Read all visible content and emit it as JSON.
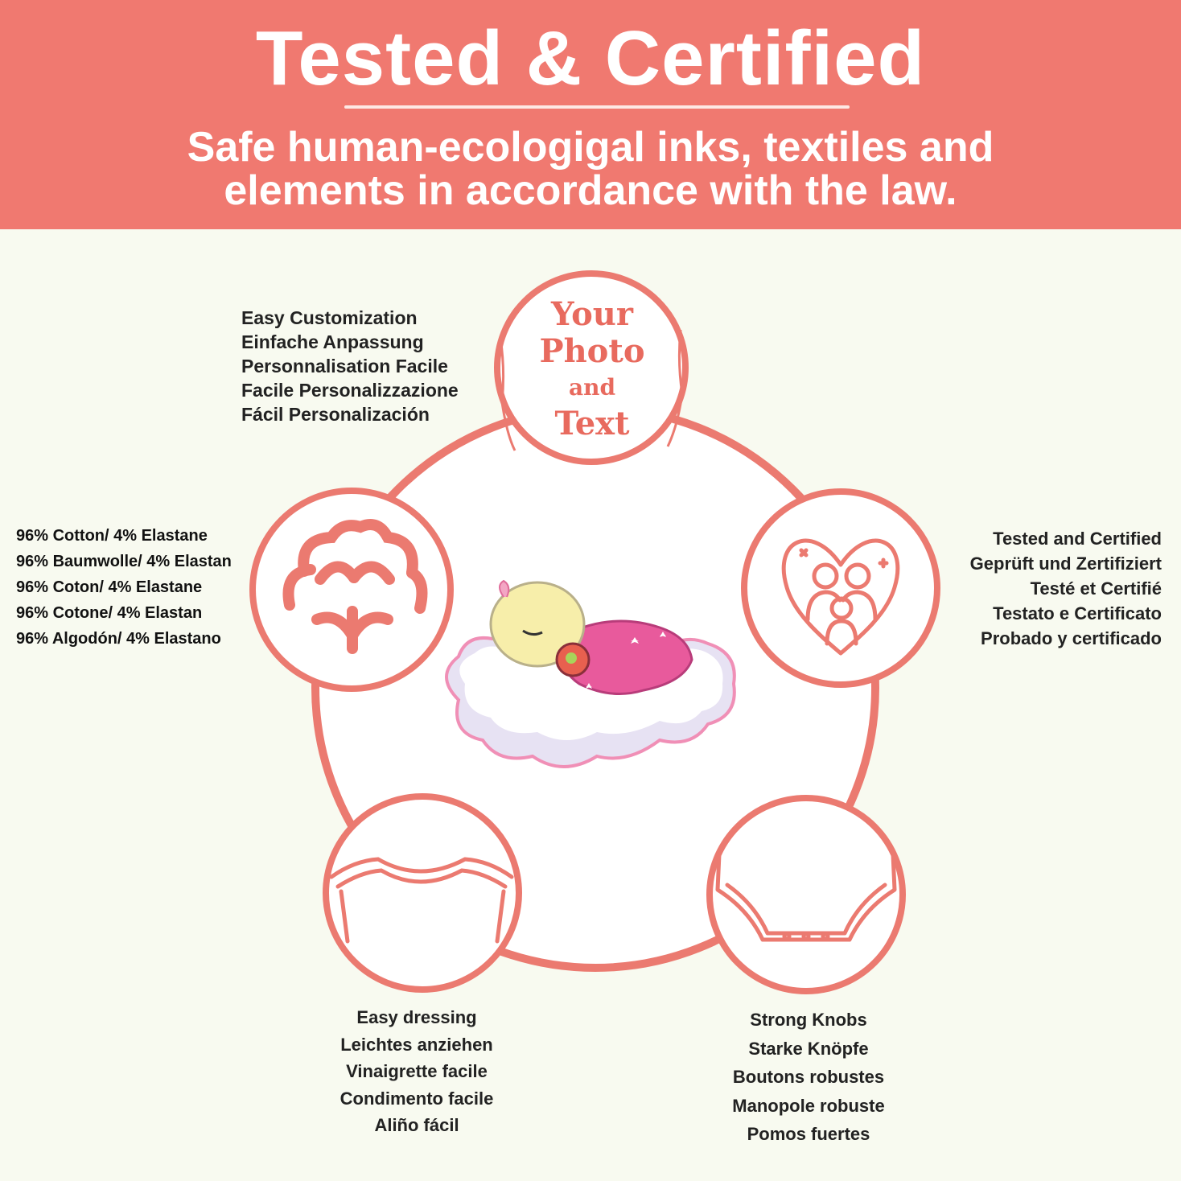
{
  "colors": {
    "accent": "#f07970",
    "ring": "#eb7a70",
    "background": "#f8faf0",
    "text": "#222222"
  },
  "banner": {
    "title": "Tested & Certified",
    "subtitle_line1": "Safe human-ecologigal inks, textiles and",
    "subtitle_line2": "elements in accordance with the law."
  },
  "center": {
    "icon": "sleeping-baby-on-cloud-icon"
  },
  "features": {
    "customization": {
      "icon_text": {
        "line1": "Your",
        "line2": "Photo",
        "line3": "and",
        "line4": "Text"
      },
      "lines": [
        "Easy Customization",
        "Einfache Anpassung",
        "Personnalisation Facile",
        "Facile Personalizzazione",
        "Fácil Personalización"
      ]
    },
    "material": {
      "icon": "cotton-flower-icon",
      "lines": [
        "96% Cotton/ 4% Elastane",
        "96% Baumwolle/ 4% Elastan",
        "96% Coton/ 4% Elastane",
        "96% Cotone/ 4% Elastan",
        "96% Algodón/ 4% Elastano"
      ]
    },
    "certified": {
      "icon": "family-heart-icon",
      "lines": [
        "Tested and Certified",
        "Geprüft und Zertifiziert",
        "Testé et Certifié",
        "Testato e Certificato",
        "Probado y certificado"
      ]
    },
    "dressing": {
      "icon": "bodysuit-neckline-icon",
      "lines": [
        "Easy dressing",
        "Leichtes anziehen",
        "Vinaigrette facile",
        "Condimento facile",
        "Aliño fácil"
      ]
    },
    "knobs": {
      "icon": "bodysuit-snaps-icon",
      "lines": [
        "Strong Knobs",
        "Starke Knöpfe",
        "Boutons robustes",
        "Manopole robuste",
        "Pomos fuertes"
      ]
    }
  }
}
